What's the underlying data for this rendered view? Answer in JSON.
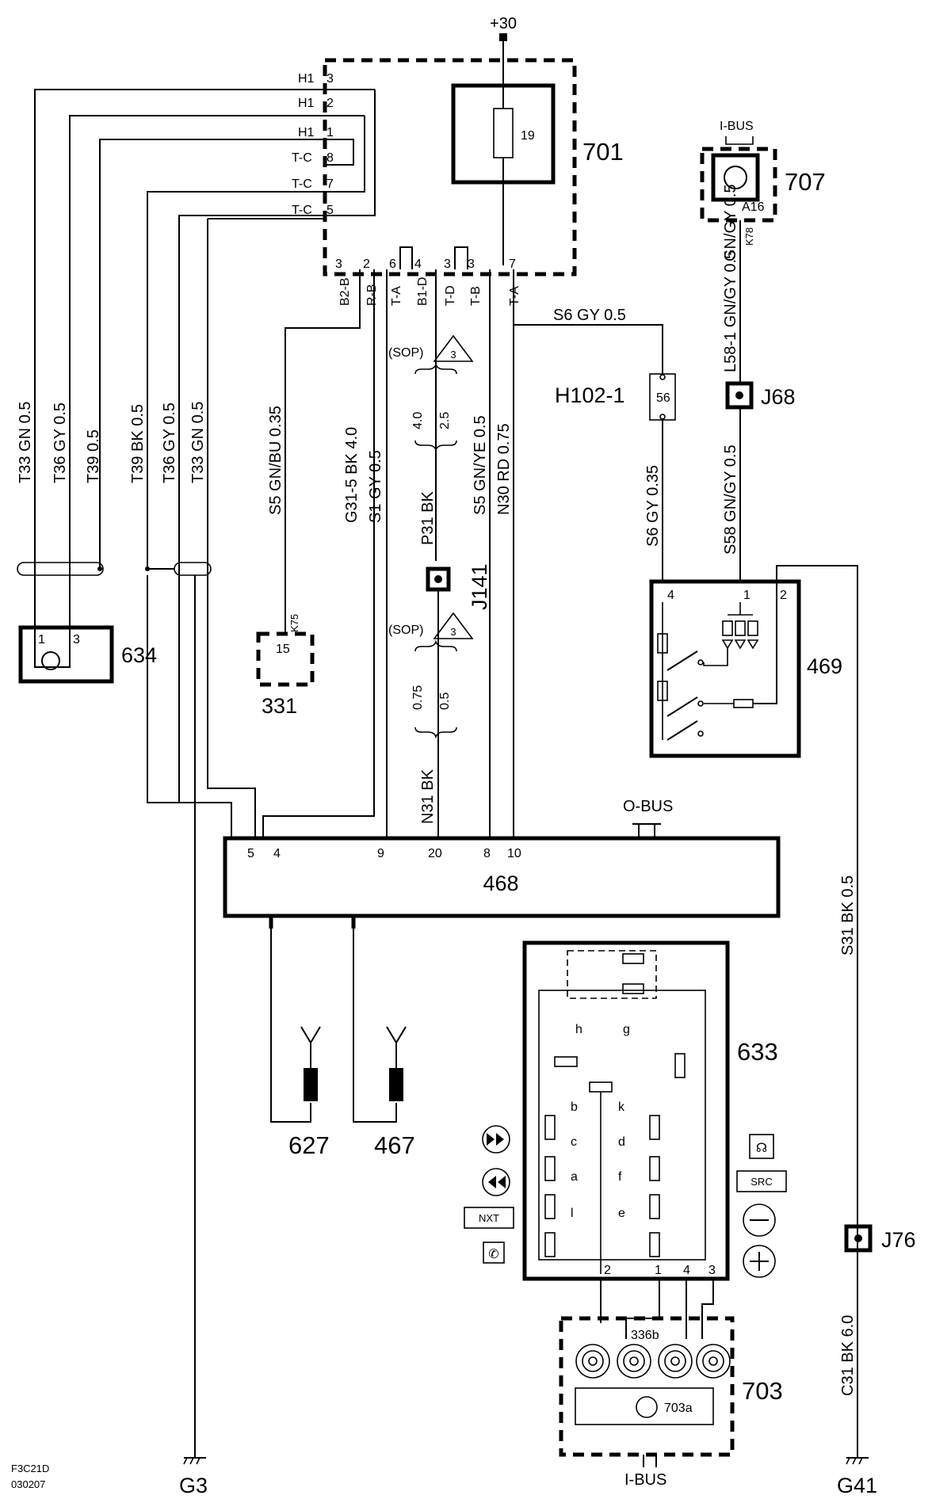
{
  "supply": {
    "label": "+30"
  },
  "components": {
    "c701": "701",
    "fuse": "19",
    "c707": "707",
    "ibus_top": "I-BUS",
    "pin_a16": "A16",
    "h102": "H102-1",
    "h102_pin": "56",
    "j68": "J68",
    "c634": "634",
    "c331": "331",
    "c331_pin": "15",
    "c469": "469",
    "c468": "468",
    "obus": "O-BUS",
    "c633": "633",
    "c627": "627",
    "c467": "467",
    "j141": "J141",
    "j76": "J76",
    "c703": "703",
    "c703a": "703a",
    "c336b": "336b",
    "ibus_bot": "I-BUS",
    "g3": "G3",
    "g41": "G41",
    "drawing_id": "F3C21D",
    "drawing_date": "030207",
    "sop1": "(SOP)",
    "sop2": "(SOP)",
    "tri": "3"
  },
  "connector_pins_left": [
    {
      "name": "H1",
      "pin": "3"
    },
    {
      "name": "H1",
      "pin": "2"
    },
    {
      "name": "H1",
      "pin": "1"
    },
    {
      "name": "T-C",
      "pin": "8"
    },
    {
      "name": "T-C",
      "pin": "7"
    },
    {
      "name": "T-C",
      "pin": "5"
    }
  ],
  "connector_pins_bottom": [
    {
      "pin": "3",
      "name": "B2-B"
    },
    {
      "pin": "2",
      "name": "R-B"
    },
    {
      "pin": "6",
      "name": "T-A"
    },
    {
      "pin": "4",
      "name": "B1-D"
    },
    {
      "pin": "3",
      "name": "T-D"
    },
    {
      "pin": "3",
      "name": "T-B"
    },
    {
      "pin": "7",
      "name": "T-A"
    }
  ],
  "wires": {
    "w_t33a": "T33  GN  0.5",
    "w_t36a": "T36  GY  0.5",
    "w_t39a": "T39  0.5",
    "w_t39b": "T39  BK  0.5",
    "w_t36b": "T36  GY  0.5",
    "w_t33b": "T33  GN  0.5",
    "w_s5a": "S5  GN/BU  0.35",
    "pin_k75": "K75",
    "w_g31": "G31-5  BK  4.0",
    "w_s1": "S1  GY  0.5",
    "w_size40": "4.0",
    "w_size25": "2.5",
    "w_p31": "P31  BK",
    "w_size075": "0.75",
    "w_size05": "0.5",
    "w_n31": "N31  BK",
    "w_s5b": "S5  GN/YE  0.5",
    "w_n30": "N30  RD  0.75",
    "w_s6top": "S6   GY   0.5",
    "w_s6": "S6  GY  0.35",
    "w_k78": "K78",
    "w_gngy": "GN/GY  0.5",
    "w_l58": "L58-1  GN/GY  0.5",
    "w_s58": "S58  GN/GY  0.5",
    "w_s31": "S31  BK  0.5",
    "w_c31": "C31  BK  6.0"
  },
  "pins_468": [
    "5",
    "4",
    "9",
    "20",
    "8",
    "10"
  ],
  "pins_469": [
    "4",
    "1",
    "2"
  ],
  "pins_633": [
    "2",
    "1",
    "4",
    "3"
  ],
  "pins_634": [
    "1",
    "3"
  ],
  "switches_633": [
    "h",
    "g",
    "b",
    "k",
    "c",
    "d",
    "a",
    "f",
    "l",
    "e"
  ],
  "buttons_633": {
    "nxt": "NXT",
    "src": "SRC"
  }
}
